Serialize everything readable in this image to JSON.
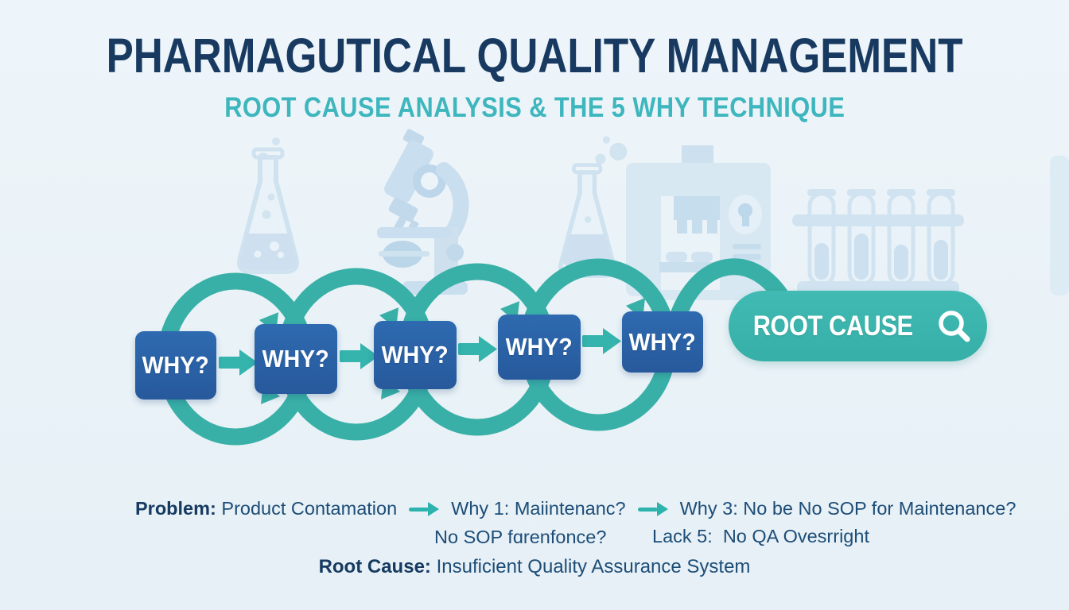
{
  "header": {
    "title": "PHARMAGUTICAL QUALITY MANAGEMENT",
    "subtitle": "ROOT CAUSE ANALYSIS & THE 5 WHY TECHNIQUE"
  },
  "diagram": {
    "why_boxes": [
      {
        "label": "WHY?"
      },
      {
        "label": "WHY?"
      },
      {
        "label": "WHY?"
      },
      {
        "label": "WHY?"
      },
      {
        "label": "WHY?"
      }
    ],
    "root_cause": {
      "label": "ROOT CAUSE",
      "icon": "magnifier-icon"
    },
    "background_icons": [
      "flask-icon",
      "microscope-icon",
      "flask-icon",
      "tablet-press-icon",
      "test-tube-rack-icon"
    ]
  },
  "notes": {
    "problem_label": "Problem:",
    "problem_text": " Product Contamation",
    "why1_text": "Why 1: Maiintenanc?",
    "why1_subtext": "No SOP fɑrenfonce?",
    "why3_text": "Why 3: No be No SOP for Maintenance?",
    "why5_subtext": "Lack 5:  No QA Ovesrright",
    "root_cause_label": "Root Cause:",
    "root_cause_text": " Insuficient Quality Assurance System"
  },
  "colors": {
    "background": "#eaf3f8",
    "title_navy": "#183a61",
    "subtitle_teal": "#3db6bd",
    "box_blue": "#2a61a7",
    "chain_teal": "#39b0a7",
    "pill_teal": "#3bb5ae",
    "note_navy": "#1d4d77",
    "watermark_blue": "#cfe2f0"
  }
}
